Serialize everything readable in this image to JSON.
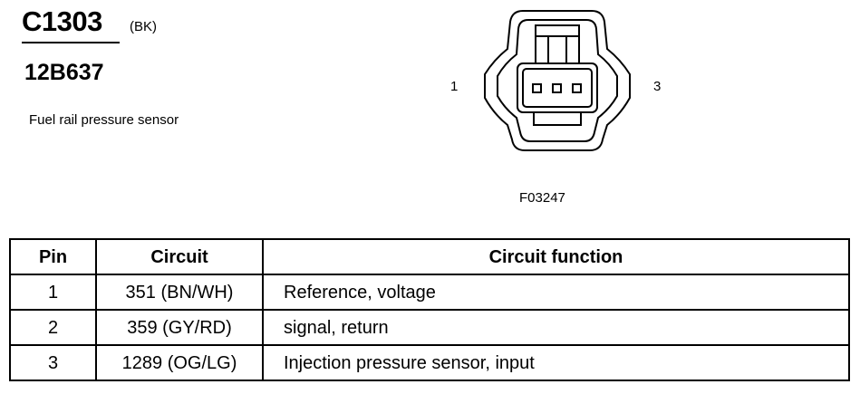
{
  "header": {
    "connector_id": "C1303",
    "color_code": "(BK)",
    "part_number": "12B637",
    "description": "Fuel rail pressure sensor"
  },
  "diagram": {
    "pin_left_label": "1",
    "pin_right_label": "3",
    "figure_code": "F03247"
  },
  "table": {
    "headers": [
      "Pin",
      "Circuit",
      "Circuit function"
    ],
    "rows": [
      {
        "pin": "1",
        "circuit": "351 (BN/WH)",
        "function": "Reference, voltage"
      },
      {
        "pin": "2",
        "circuit": "359 (GY/RD)",
        "function": "signal, return"
      },
      {
        "pin": "3",
        "circuit": "1289 (OG/LG)",
        "function": "Injection pressure sensor, input"
      }
    ]
  }
}
